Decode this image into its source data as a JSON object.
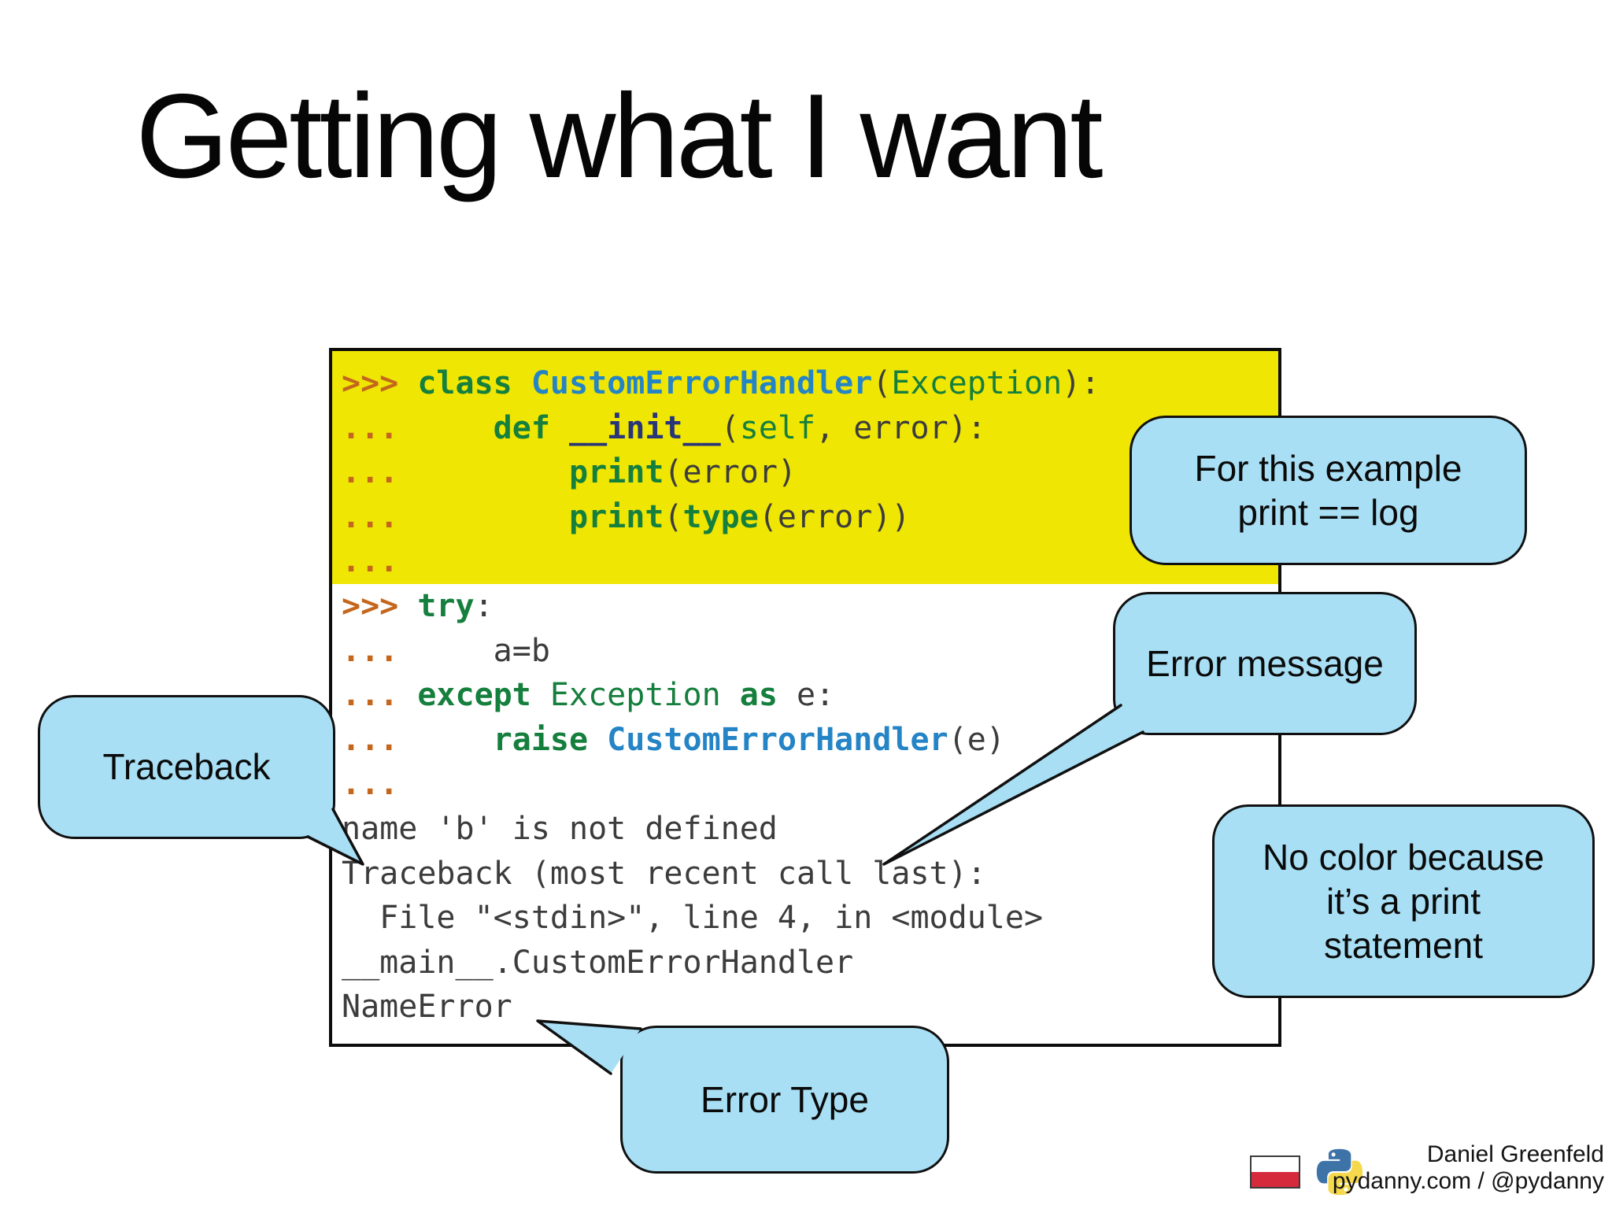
{
  "slide": {
    "title": "Getting what I want"
  },
  "colors": {
    "highlight_yellow": "#EFE603",
    "callout_blue": "#A8DFF4",
    "prompt_orange": "#C4671D",
    "keyword_green": "#157F3D",
    "class_blue": "#2484C6",
    "dunder_navy": "#283579",
    "code_text": "#3C3C3C",
    "flag_red": "#D42A3C",
    "python_blue": "#3E73A8",
    "python_yellow": "#F5D84C"
  },
  "code_block": {
    "highlighted_lines": "1-5",
    "lines": [
      {
        "segments": [
          {
            "text": ">>> ",
            "style": "prompt"
          },
          {
            "text": "class ",
            "style": "kw"
          },
          {
            "text": "CustomErrorHandler",
            "style": "cls"
          },
          {
            "text": "(",
            "style": "txt"
          },
          {
            "text": "Exception",
            "style": "grn"
          },
          {
            "text": "):",
            "style": "txt"
          }
        ]
      },
      {
        "segments": [
          {
            "text": "...",
            "style": "prompt"
          },
          {
            "text": "     ",
            "style": "txt"
          },
          {
            "text": "def ",
            "style": "kw"
          },
          {
            "text": "__init__",
            "style": "dunder"
          },
          {
            "text": "(",
            "style": "txt"
          },
          {
            "text": "self",
            "style": "grn"
          },
          {
            "text": ", error):",
            "style": "txt"
          }
        ]
      },
      {
        "segments": [
          {
            "text": "...",
            "style": "prompt"
          },
          {
            "text": "         ",
            "style": "txt"
          },
          {
            "text": "print",
            "style": "kw"
          },
          {
            "text": "(error)",
            "style": "txt"
          }
        ]
      },
      {
        "segments": [
          {
            "text": "...",
            "style": "prompt"
          },
          {
            "text": "         ",
            "style": "txt"
          },
          {
            "text": "print",
            "style": "kw"
          },
          {
            "text": "(",
            "style": "txt"
          },
          {
            "text": "type",
            "style": "kw"
          },
          {
            "text": "(error))",
            "style": "txt"
          }
        ]
      },
      {
        "segments": [
          {
            "text": "...",
            "style": "prompt"
          }
        ]
      },
      {
        "segments": [
          {
            "text": ">>> ",
            "style": "prompt"
          },
          {
            "text": "try",
            "style": "kw"
          },
          {
            "text": ":",
            "style": "txt"
          }
        ]
      },
      {
        "segments": [
          {
            "text": "...",
            "style": "prompt"
          },
          {
            "text": "     a=b",
            "style": "txt"
          }
        ]
      },
      {
        "segments": [
          {
            "text": "...",
            "style": "prompt"
          },
          {
            "text": " ",
            "style": "txt"
          },
          {
            "text": "except ",
            "style": "kw"
          },
          {
            "text": "Exception ",
            "style": "grn"
          },
          {
            "text": "as ",
            "style": "kw"
          },
          {
            "text": "e:",
            "style": "txt"
          }
        ]
      },
      {
        "segments": [
          {
            "text": "...",
            "style": "prompt"
          },
          {
            "text": "     ",
            "style": "txt"
          },
          {
            "text": "raise ",
            "style": "kw"
          },
          {
            "text": "CustomErrorHandler",
            "style": "cls"
          },
          {
            "text": "(e)",
            "style": "txt"
          }
        ]
      },
      {
        "segments": [
          {
            "text": "...",
            "style": "prompt"
          }
        ]
      },
      {
        "segments": [
          {
            "text": "name 'b' is not defined",
            "style": "txt"
          }
        ]
      },
      {
        "segments": [
          {
            "text": "Traceback (most recent call last):",
            "style": "txt"
          }
        ]
      },
      {
        "segments": [
          {
            "text": "  File \"<stdin>\", line 4, in <module>",
            "style": "txt"
          }
        ]
      },
      {
        "segments": [
          {
            "text": "__main__.CustomErrorHandler",
            "style": "txt"
          }
        ]
      },
      {
        "segments": [
          {
            "text": "NameError",
            "style": "txt"
          }
        ]
      }
    ]
  },
  "callouts": {
    "print_log": {
      "lines": [
        "For this example",
        "print == log"
      ]
    },
    "error_message": {
      "lines": [
        "Error message"
      ]
    },
    "traceback": {
      "lines": [
        "Traceback"
      ]
    },
    "no_color": {
      "lines": [
        "No color because",
        "it’s a print",
        "statement"
      ]
    },
    "error_type": {
      "lines": [
        "Error Type"
      ]
    }
  },
  "footer": {
    "author": "Daniel Greenfeld",
    "handle": "pydanny.com / @pydanny",
    "flag_icon": "poland-flag",
    "logo_icon": "python-logo"
  }
}
